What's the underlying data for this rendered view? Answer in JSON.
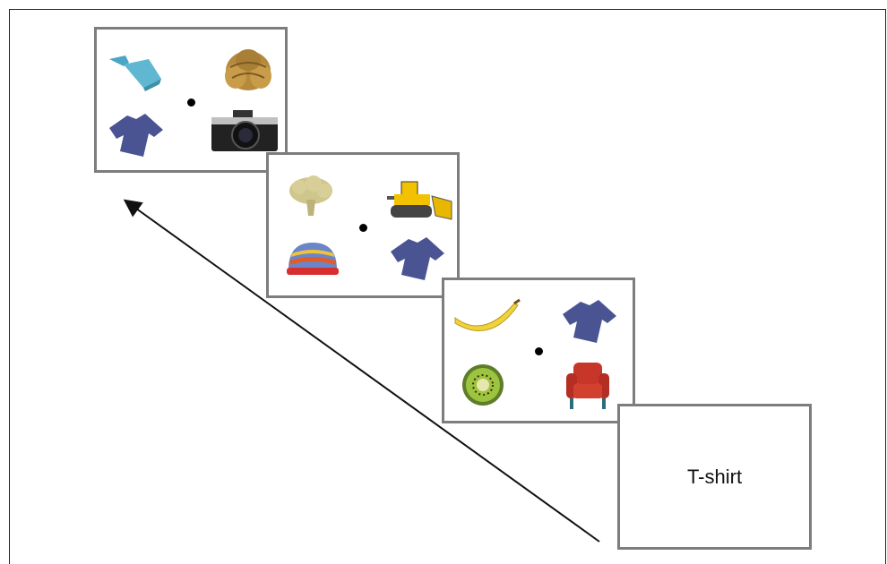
{
  "word_panel": {
    "word": "T-shirt"
  },
  "panels": [
    {
      "items": [
        "dustpan",
        "croissant",
        "t-shirt",
        "camera"
      ]
    },
    {
      "items": [
        "cauliflower",
        "bulldozer",
        "knit-hat",
        "t-shirt"
      ]
    },
    {
      "items": [
        "banana",
        "t-shirt",
        "kiwi",
        "armchair"
      ]
    }
  ],
  "arrow": {
    "direction": "up-left",
    "meaning": "time"
  }
}
